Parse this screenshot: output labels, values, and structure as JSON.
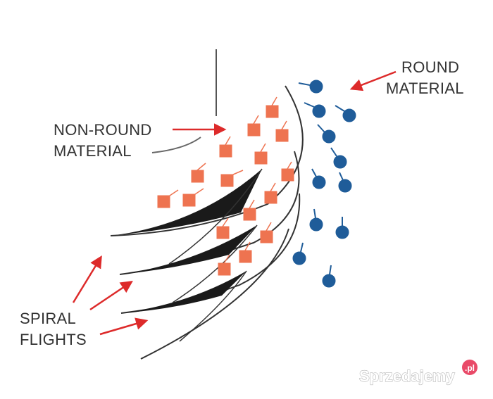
{
  "labels": {
    "round_line1": "ROUND",
    "round_line2": "MATERIAL",
    "nonround_line1": "NON-ROUND",
    "nonround_line2": "MATERIAL",
    "spiral_line1": "SPIRAL",
    "spiral_line2": "FLIGHTS"
  },
  "watermark": {
    "text": "Sprzedajemy",
    "badge": ".pl"
  },
  "colors": {
    "round_material": "#1f5c99",
    "nonround_material": "#ee7350",
    "arrow": "#dd2a2a",
    "flight_line": "#333333",
    "watermark_badge": "#e94a68"
  }
}
